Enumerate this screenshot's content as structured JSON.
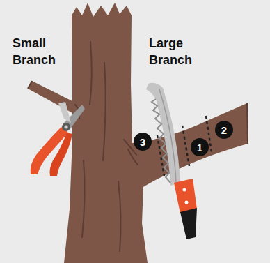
{
  "diagram": {
    "nodes": [
      {
        "text": [
          "3"
        ]
      },
      {
        "text": [
          "1"
        ]
      },
      {
        "text": [
          "2"
        ]
      }
    ],
    "labels": [
      "Small Branch",
      "Large Branch"
    ]
  }
}
